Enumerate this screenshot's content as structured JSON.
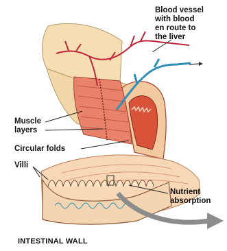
{
  "labels": {
    "blood_vessel": "Blood vessel\nwith blood\nen route to\nthe liver",
    "muscle_layers": "Muscle\nlayers",
    "circular_folds": "Circular folds",
    "villi": "Villi",
    "nutrient_absorption": "Nutrient\nabsorption",
    "title": "INTESTINAL WALL"
  },
  "colors": {
    "intestine_outer": "#f5deb3",
    "muscle_band": "#e9826a",
    "lumen_red": "#d9523a",
    "vessel_red": "#c0253a",
    "vessel_blue": "#2f8fb8",
    "arrow_gray": "#8c8c8c",
    "leader_lines": "#222222"
  }
}
